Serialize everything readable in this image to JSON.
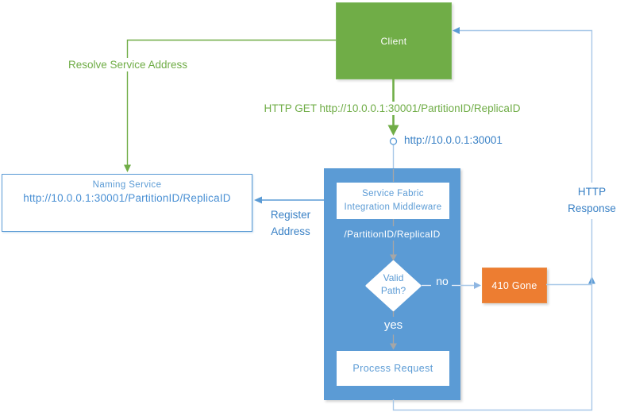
{
  "nodes": {
    "client": {
      "label": "Client",
      "color": "#70AD47"
    },
    "naming_service": {
      "title": "Naming Service",
      "url": "http://10.0.0.1:30001/PartitionID/ReplicaID"
    },
    "middleware": {
      "title_line1": "Service Fabric",
      "title_line2": "Integration Middleware",
      "path_label": "/PartitionID/ReplicaID",
      "decision_line1": "Valid",
      "decision_line2": "Path?",
      "yes_label": "yes",
      "no_label": "no",
      "process_label": "Process Request",
      "color": "#5B9BD5"
    },
    "gone": {
      "label": "410 Gone",
      "color": "#ED7D31"
    }
  },
  "edge_labels": {
    "resolve_service_address": "Resolve Service Address",
    "http_get": "HTTP GET http://10.0.0.1:30001/PartitionID/ReplicaID",
    "endpoint": "http://10.0.0.1:30001",
    "register_line1": "Register",
    "register_line2": "Address",
    "response_line1": "HTTP",
    "response_line2": "Response"
  },
  "colors": {
    "green": "#70AD47",
    "blue_fill": "#5B9BD5",
    "orange": "#ED7D31",
    "connector_light_blue": "#A8C8E8",
    "connector_gray": "#A6A6A6",
    "label_blue": "#3B82C6"
  }
}
